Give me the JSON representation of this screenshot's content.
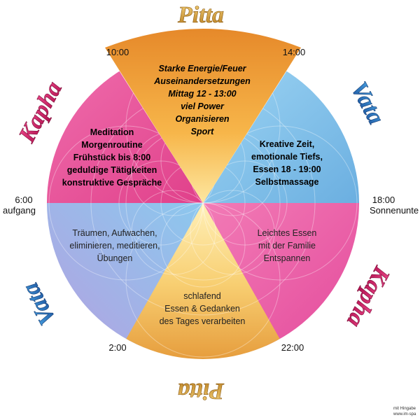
{
  "doshas": {
    "top": "Pitta",
    "bottom": "Pitta",
    "upper_left": "Kapha",
    "upper_right": "Vata",
    "lower_left": "Vata",
    "lower_right": "Kapha"
  },
  "times": {
    "t1000": "10:00",
    "t1400": "14:00",
    "t0600": "6:00",
    "sunrise": "aufgang",
    "t1800": "18:00",
    "sunset": "Sonnenunte",
    "t0200": "2:00",
    "t2200": "22:00"
  },
  "segments": {
    "top": [
      "Starke Energie/Feuer",
      "Auseinandersetzungen",
      "Mittag 12 - 13:00",
      "viel Power",
      "Organisieren",
      "Sport"
    ],
    "upper_left": [
      "Meditation",
      "Morgenroutine",
      "Frühstück bis 8:00",
      "geduldige Tätigkeiten",
      "konstruktive Gespräche"
    ],
    "upper_right": [
      "Kreative Zeit,",
      "emotionale Tiefs,",
      "Essen 18 - 19:00",
      "Selbstmassage"
    ],
    "lower_left": [
      "Träumen, Aufwachen,",
      "eliminieren, meditieren,",
      "Übungen"
    ],
    "lower_right": [
      "Leichtes Essen",
      "mit der Familie",
      "Entspannen"
    ],
    "bottom": [
      "schlafend",
      "Essen & Gedanken",
      "des Tages verarbeiten"
    ]
  },
  "credit": [
    "mit Hingabe",
    "www.im-spa"
  ],
  "colors": {
    "kapha_pink": "#e8559a",
    "vata_blue": "#7cc4ec",
    "pitta_gold": "#f1a93a",
    "kapha_text": "#d4145a",
    "vata_text": "#1f6fb8",
    "pitta_text": "#c68a1e"
  }
}
